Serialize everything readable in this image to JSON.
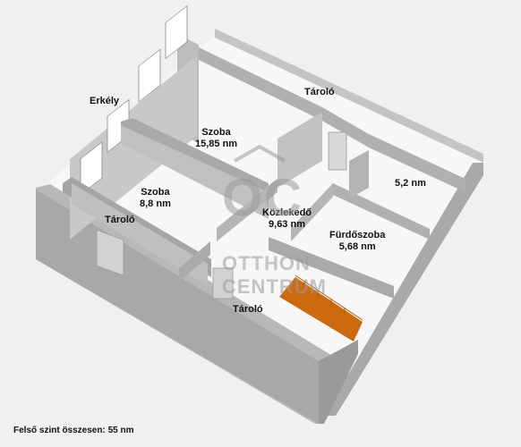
{
  "rooms": [
    {
      "name": "Erkély",
      "area": ""
    },
    {
      "name": "Tároló",
      "area": ""
    },
    {
      "name": "Szoba",
      "area": "15,85 nm"
    },
    {
      "name": "Szoba",
      "area": "8,8 nm"
    },
    {
      "name": "Tároló",
      "area": ""
    },
    {
      "name": "Közlekedő",
      "area": "9,63 nm"
    },
    {
      "name": "",
      "area": "5,2 nm"
    },
    {
      "name": "Fürdőszoba",
      "area": "5,68 nm"
    },
    {
      "name": "Tároló",
      "area": ""
    }
  ],
  "watermark": {
    "logo": "OC",
    "line1": "OTTHON",
    "line2": "CENTRUM"
  },
  "footer": {
    "total": "Felső szint összesen: 55 nm"
  },
  "colors": {
    "wall": "#b4b4b4",
    "wall_dark": "#9c9c9c",
    "floor": "#f6f6f6",
    "stairs": "#cc6a10"
  }
}
